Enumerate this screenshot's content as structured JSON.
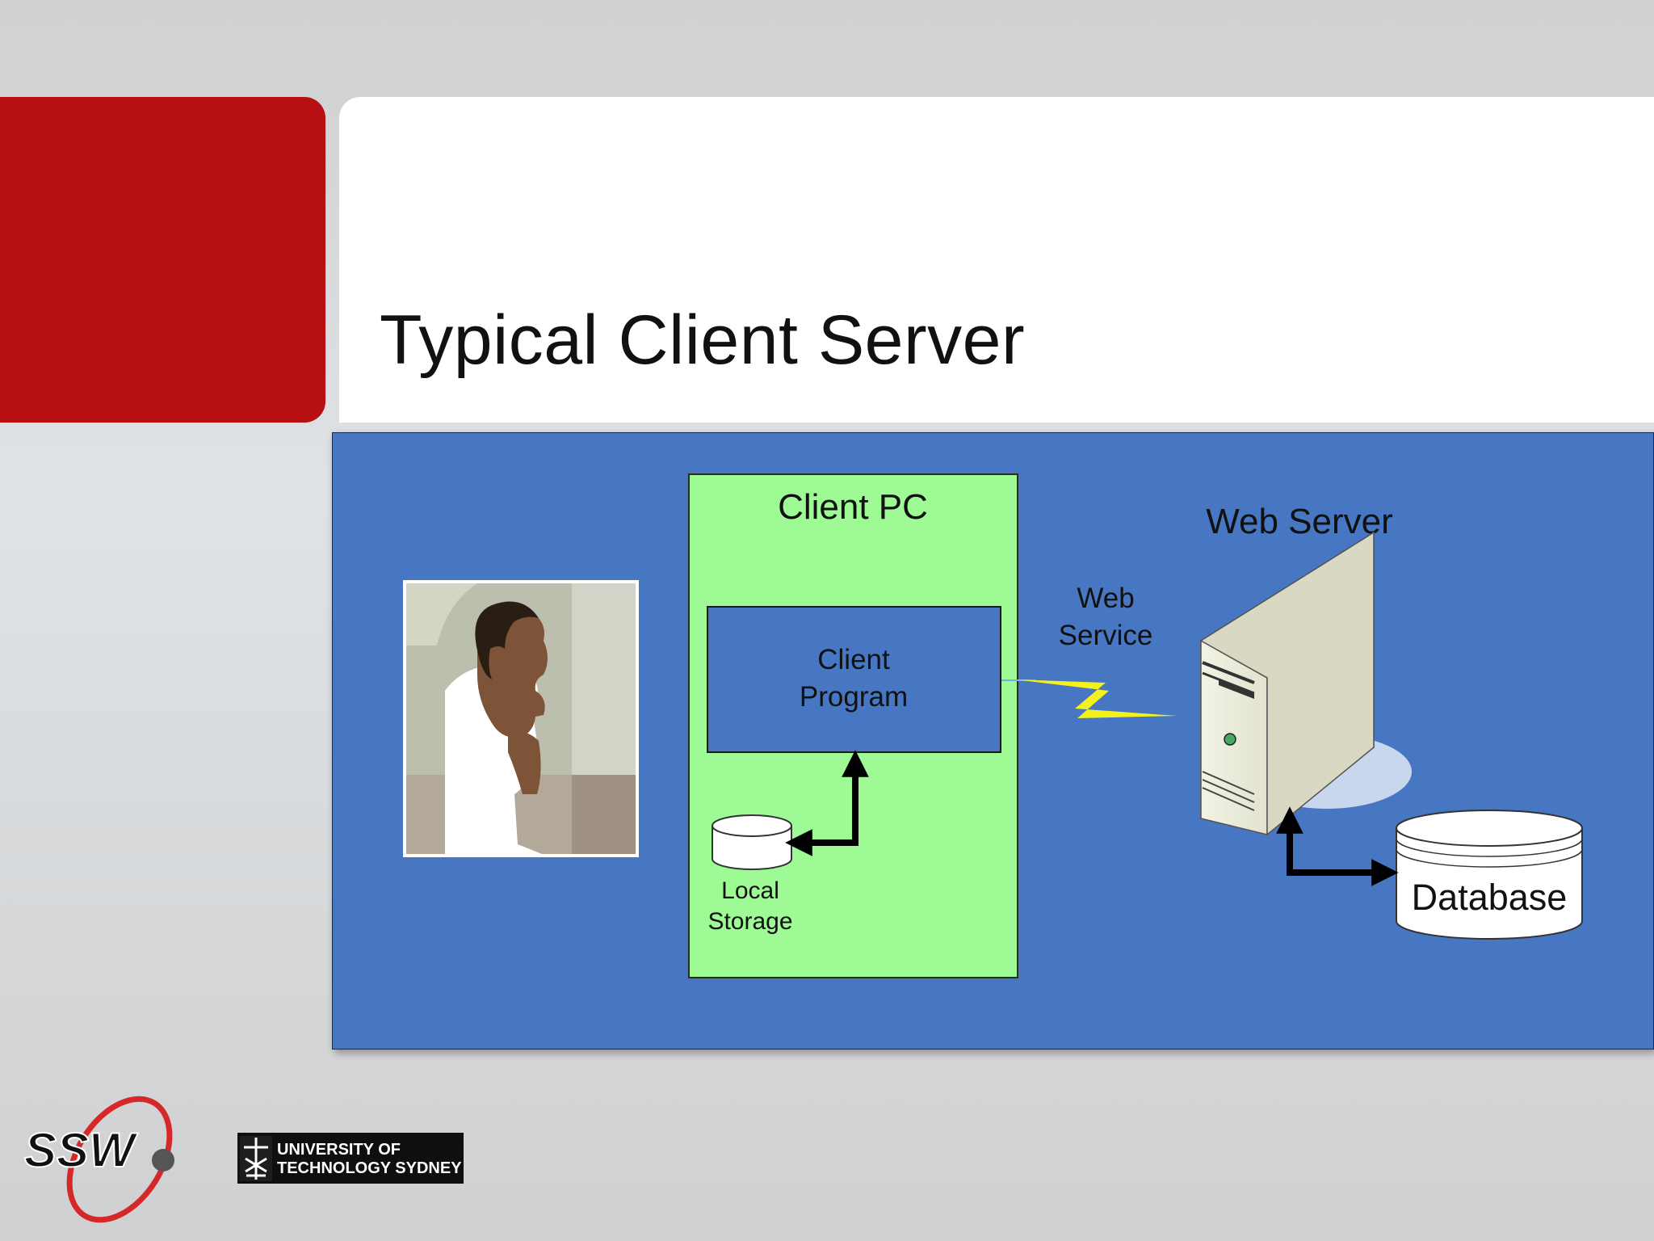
{
  "slide": {
    "title": "Typical Client Server"
  },
  "diagram": {
    "client_pc": "Client PC",
    "client_program_line1": "Client",
    "client_program_line2": "Program",
    "local_storage_line1": "Local",
    "local_storage_line2": "Storage",
    "web_service_line1": "Web",
    "web_service_line2": "Service",
    "web_server": "Web Server",
    "database": "Database"
  },
  "footer": {
    "ssw_logo_text": "SSW",
    "uts_line1": "UNIVERSITY OF",
    "uts_line2": "TECHNOLOGY SYDNEY"
  },
  "colors": {
    "brand_red": "#b81012",
    "diagram_bg": "#4777c3",
    "client_pc_bg": "#9dfa95"
  }
}
